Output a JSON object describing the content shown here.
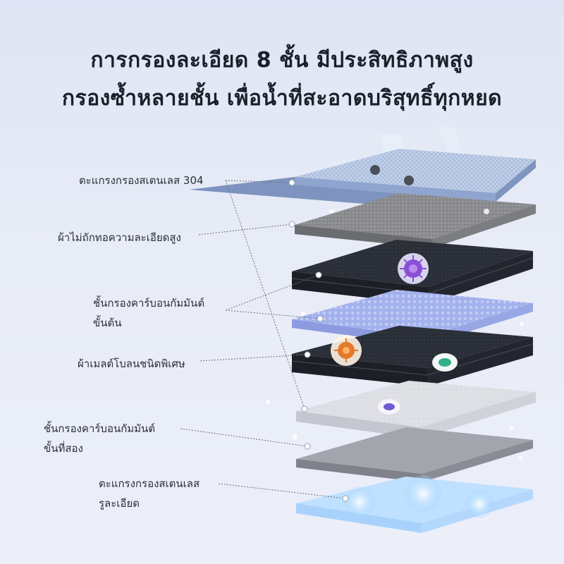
{
  "headline": {
    "line1": "การกรองละเอียด 8 ชั้น มีประสิทธิภาพสูง",
    "line2": "กรองซ้ำหลายชั้น เพื่อน้ำที่สะอาดบริสุทธิ์ทุกหยด"
  },
  "labels": [
    {
      "lines": [
        "ตะแกรงกรองสเตนเลส 304"
      ]
    },
    {
      "lines": [
        "ผ้าไม่ถักทอความละเอียดสูง"
      ]
    },
    {
      "lines": [
        "ชั้นกรองคาร์บอนกัมมันต์",
        "ขั้นต้น"
      ]
    },
    {
      "lines": [
        "ผ้าเมลต์โบลนชนิดพิเศษ"
      ]
    },
    {
      "lines": [
        "ชั้นกรองคาร์บอนกัมมันต์",
        "ขั้นที่สอง"
      ]
    },
    {
      "lines": [
        "ตะแกรงกรองสเตนเลส",
        "รูละเอียด"
      ]
    }
  ],
  "colors": {
    "background": "#e6ebf6",
    "text": "#1b1f2a",
    "mesh_blue": "#9fb4d6",
    "felt_gray": "#8a8a8c",
    "carbon_dark": "#262a33",
    "meltblown_blue": "#9aa9e6",
    "water": "#bfe0ff"
  },
  "icons": [
    "water-stream-icon",
    "virus-purple-icon",
    "virus-orange-icon",
    "bacteria-green-icon",
    "particle-purple-icon"
  ]
}
